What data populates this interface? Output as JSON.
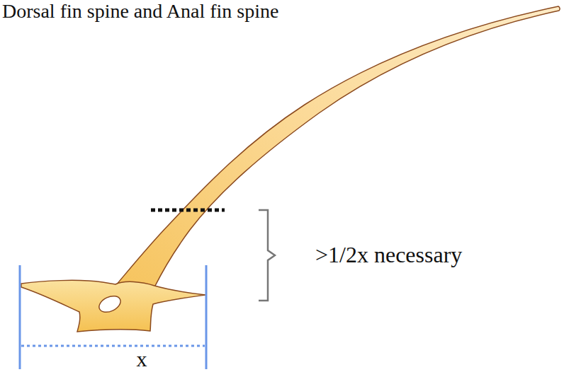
{
  "diagram": {
    "title": "Dorsal fin spine and Anal fin spine",
    "labels": [
      ">1/2x necessary",
      "x"
    ]
  }
}
